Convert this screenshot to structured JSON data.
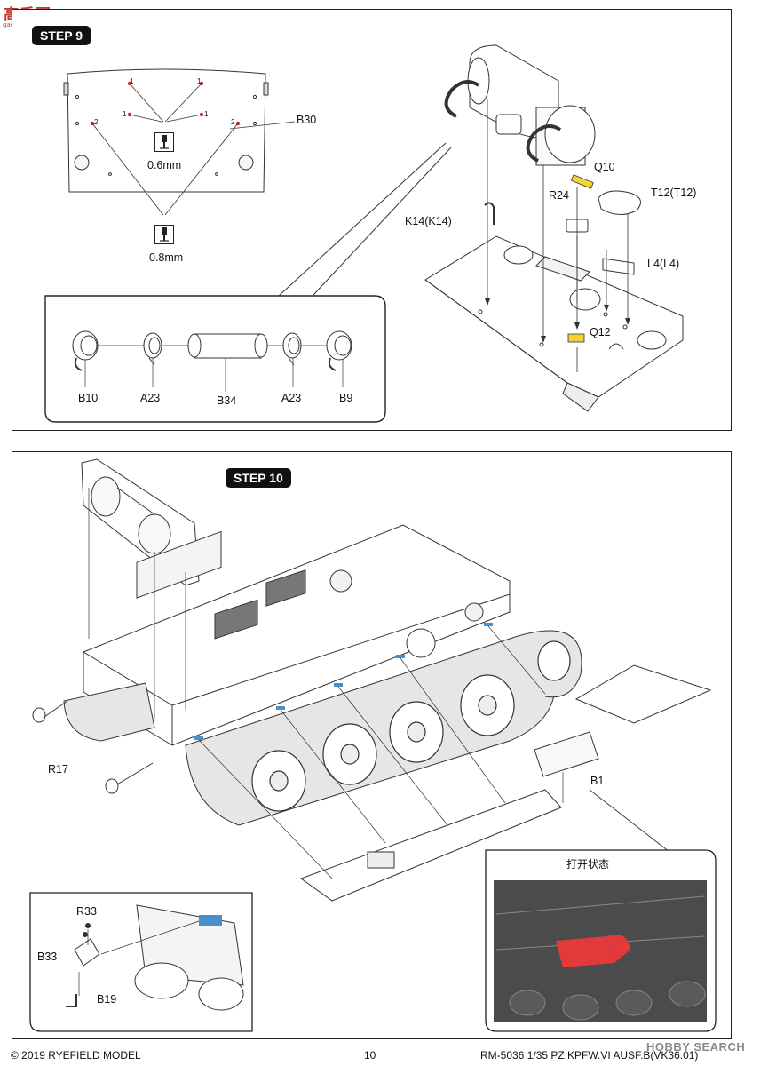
{
  "watermarks": {
    "top_logo": "高手图",
    "top_url": "gao-shou.com",
    "bottom": "HOBBY SEARCH"
  },
  "step9": {
    "badge": "STEP 9",
    "parts": {
      "b30": "B30",
      "drill_06": "0.6mm",
      "drill_08": "0.8mm",
      "k14": "K14(K14)",
      "q10": "Q10",
      "r24": "R24",
      "t12": "T12(T12)",
      "l4": "L4(L4)",
      "q12": "Q12",
      "b10": "B10",
      "a23_left": "A23",
      "b34": "B34",
      "a23_right": "A23",
      "b9": "B9"
    },
    "hole_marks": {
      "one": "1",
      "two": "2"
    }
  },
  "step10": {
    "badge": "STEP 10",
    "parts": {
      "r17": "R17",
      "b1": "B1",
      "r33": "R33",
      "b33": "B33",
      "b19": "B19"
    },
    "open_state": "打开状态"
  },
  "footer": {
    "copyright": "© 2019 RYEFIELD MODEL",
    "page_number": "10",
    "kit_info": "RM-5036 1/35  PZ.KPFW.VI AUSF.B(VK36.01)"
  },
  "colors": {
    "photo_etch": "#f2d43a",
    "marker_blue": "#4a8fc9",
    "hatch_red": "#e23a3a",
    "hole_red": "#d22"
  }
}
